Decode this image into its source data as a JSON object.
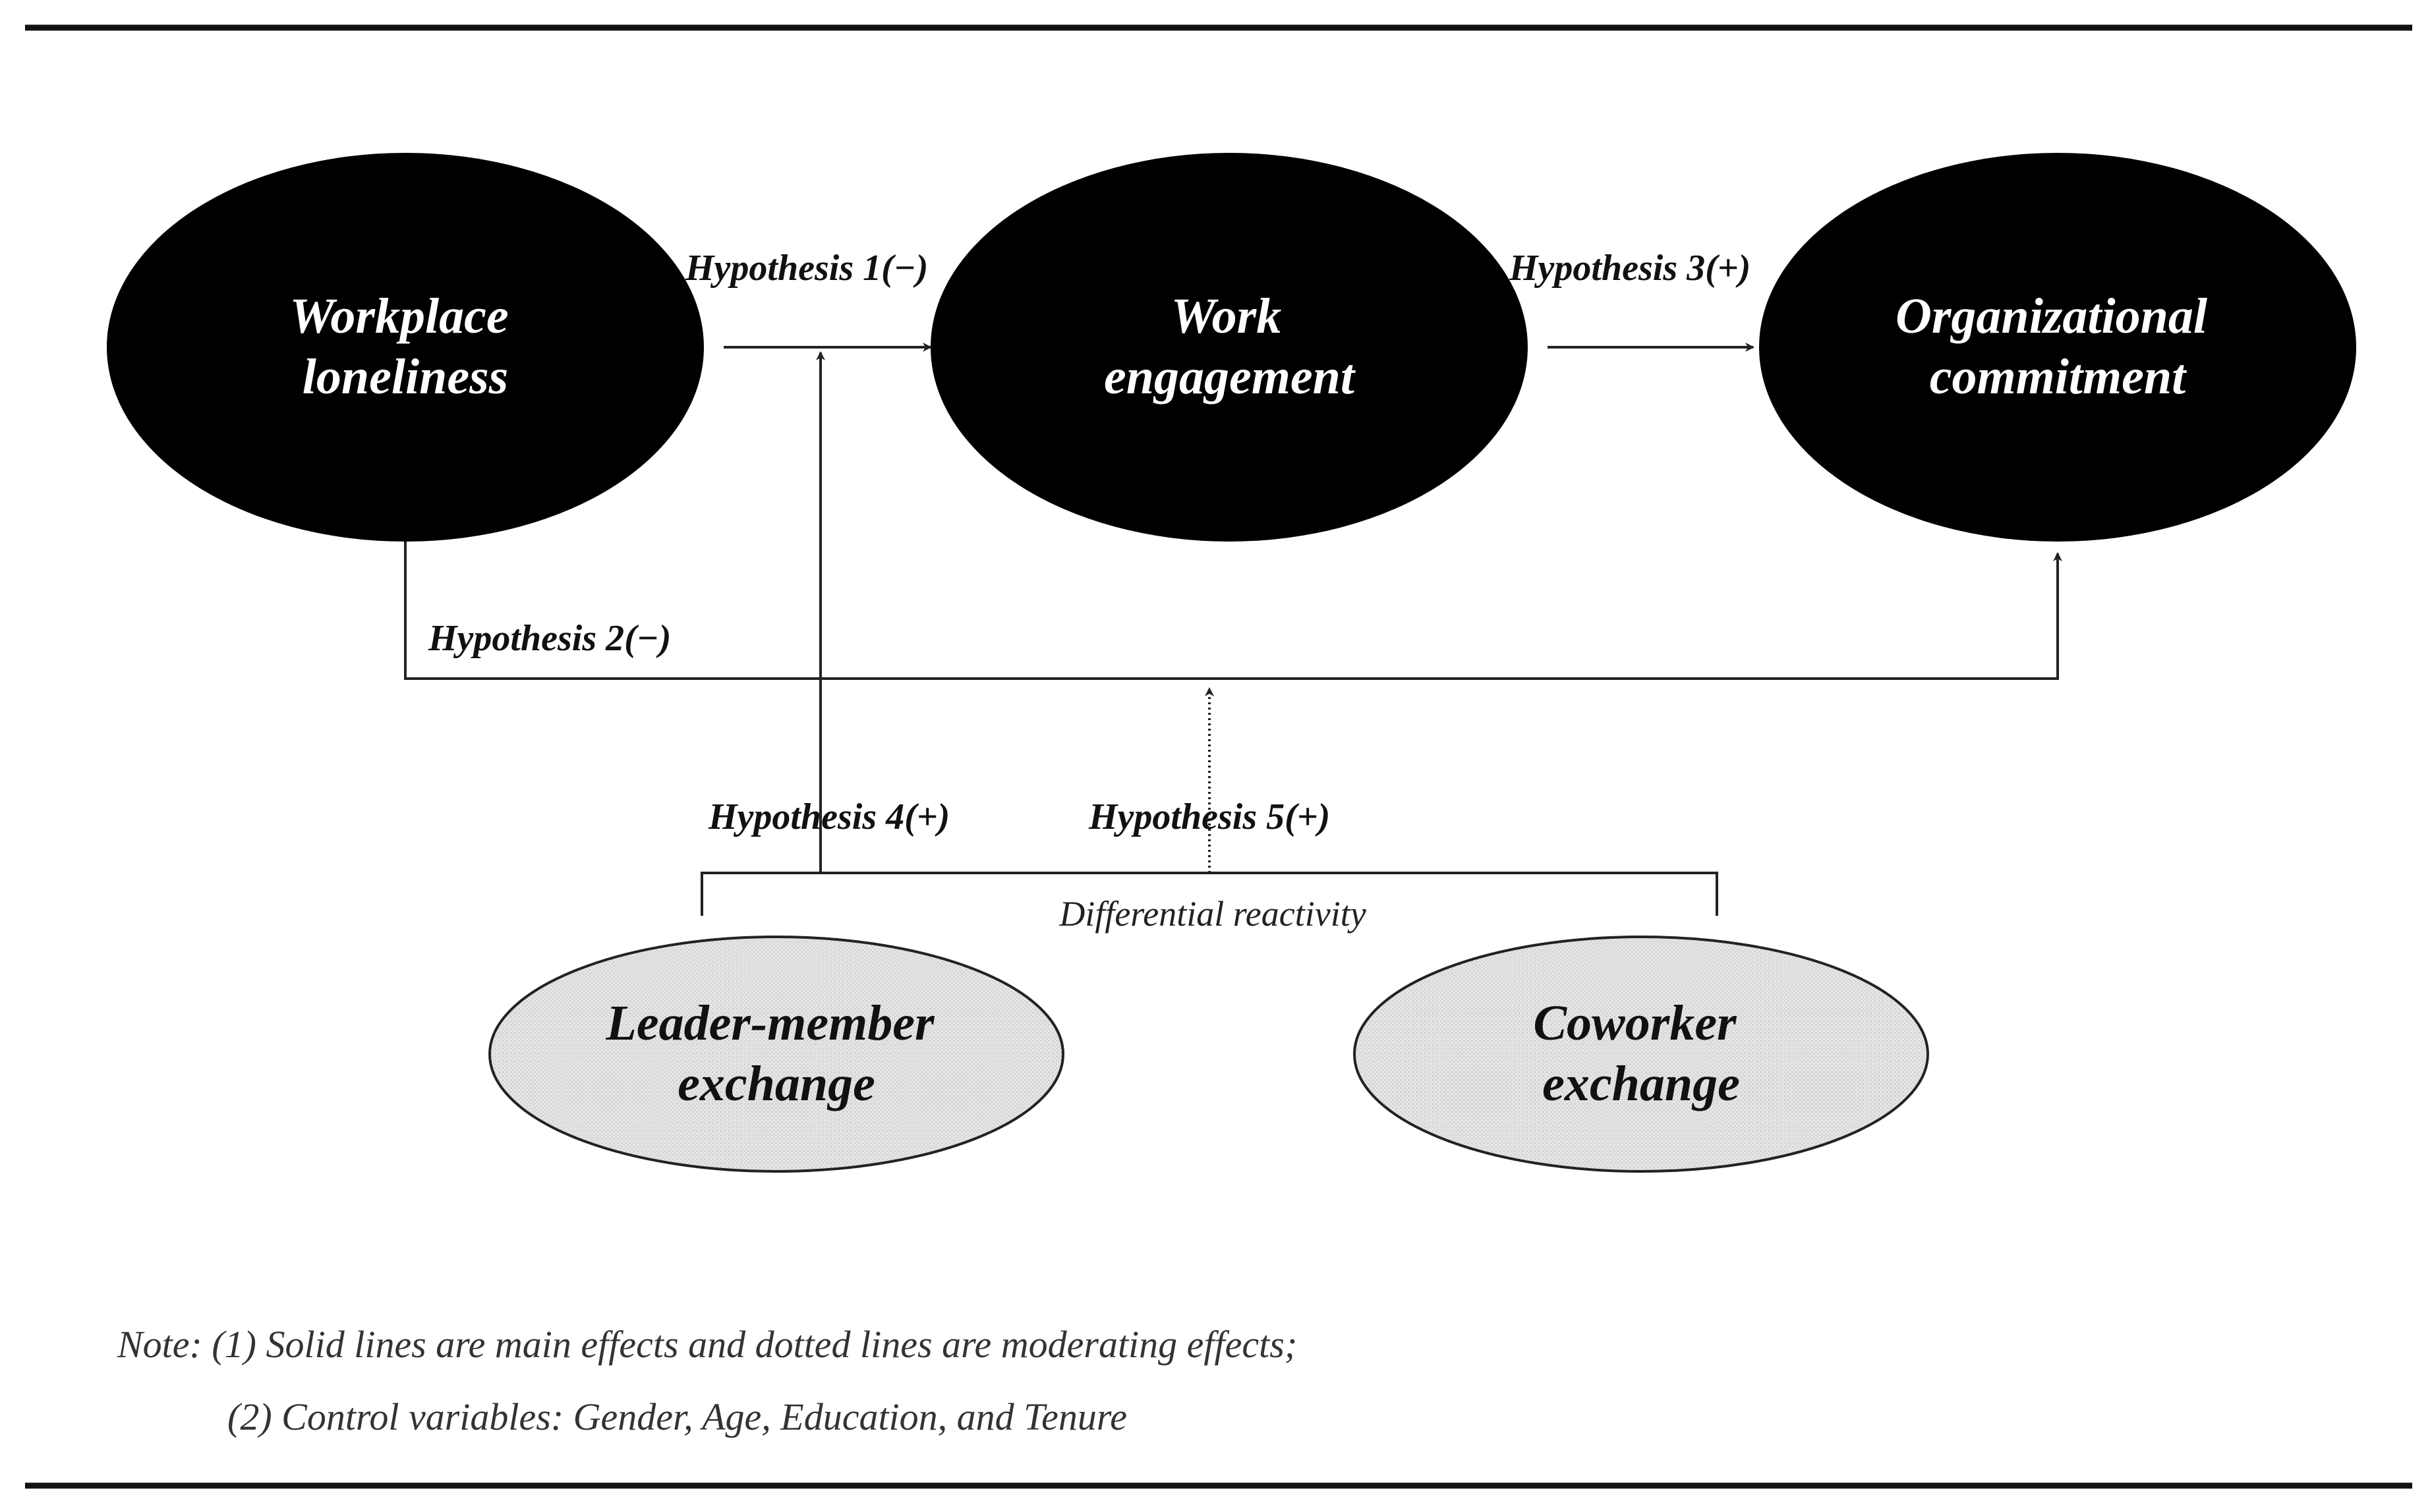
{
  "nodes": {
    "workplace_loneliness": {
      "line1": "Workplace",
      "line2": "loneliness"
    },
    "work_engagement": {
      "line1": "Work",
      "line2": "engagement"
    },
    "organizational_commitment": {
      "line1": "Organizational",
      "line2": "commitment"
    },
    "leader_member_exchange": {
      "line1": "Leader-member",
      "line2": "exchange"
    },
    "coworker_exchange": {
      "line1": "Coworker",
      "line2": "exchange"
    }
  },
  "hypotheses": {
    "h1": "Hypothesis 1(−)",
    "h2": "Hypothesis 2(−)",
    "h3": "Hypothesis 3(+)",
    "h4": "Hypothesis 4(+)",
    "h5": "Hypothesis 5(+)"
  },
  "moderator_group_label": "Differential reactivity",
  "note": {
    "line1": "Note: (1) Solid lines are main effects and dotted lines are moderating effects;",
    "line2": "(2) Control variables: Gender, Age, Education, and Tenure"
  },
  "colors": {
    "dark_node_fill": "#000000",
    "light_node_fill": "#e4e4e4",
    "rule": "#111111"
  }
}
